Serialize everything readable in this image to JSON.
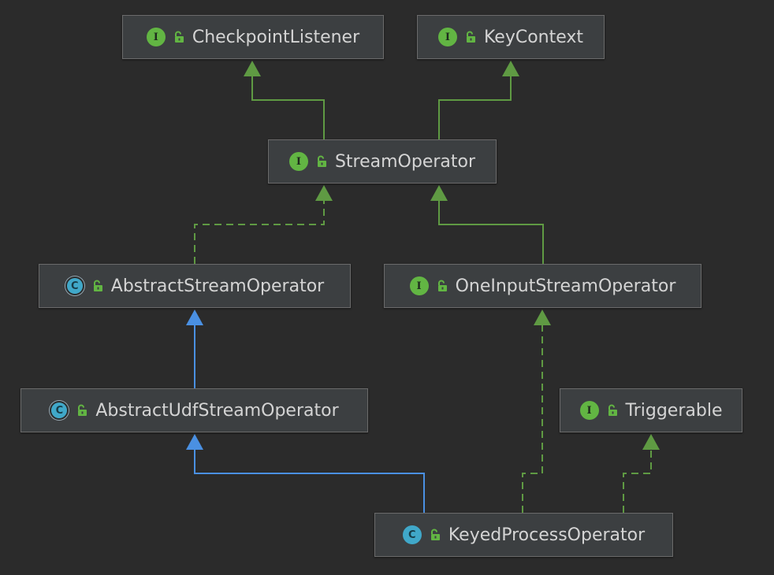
{
  "diagram": {
    "nodes": [
      {
        "id": "checkpointlistener",
        "label": "CheckpointListener",
        "kind": "interface",
        "kind_glyph": "I",
        "icon": "interface-icon"
      },
      {
        "id": "keycontext",
        "label": "KeyContext",
        "kind": "interface",
        "kind_glyph": "I",
        "icon": "interface-icon"
      },
      {
        "id": "streamoperator",
        "label": "StreamOperator",
        "kind": "interface",
        "kind_glyph": "I",
        "icon": "interface-icon"
      },
      {
        "id": "abstractstreamoperator",
        "label": "AbstractStreamOperator",
        "kind": "abstract",
        "kind_glyph": "C",
        "icon": "abstract-class-icon"
      },
      {
        "id": "oneinputstreamoperator",
        "label": "OneInputStreamOperator",
        "kind": "interface",
        "kind_glyph": "I",
        "icon": "interface-icon"
      },
      {
        "id": "abstractudfstreamoperator",
        "label": "AbstractUdfStreamOperator",
        "kind": "abstract",
        "kind_glyph": "C",
        "icon": "abstract-class-icon"
      },
      {
        "id": "triggerable",
        "label": "Triggerable",
        "kind": "interface",
        "kind_glyph": "I",
        "icon": "interface-icon"
      },
      {
        "id": "keyedprocessoperator",
        "label": "KeyedProcessOperator",
        "kind": "class",
        "kind_glyph": "C",
        "icon": "class-icon"
      }
    ],
    "edges": [
      {
        "from": "streamoperator",
        "to": "checkpointlistener",
        "type": "extends-interface"
      },
      {
        "from": "streamoperator",
        "to": "keycontext",
        "type": "extends-interface"
      },
      {
        "from": "abstractstreamoperator",
        "to": "streamoperator",
        "type": "implements"
      },
      {
        "from": "oneinputstreamoperator",
        "to": "streamoperator",
        "type": "extends-interface"
      },
      {
        "from": "abstractudfstreamoperator",
        "to": "abstractstreamoperator",
        "type": "extends-class"
      },
      {
        "from": "keyedprocessoperator",
        "to": "abstractudfstreamoperator",
        "type": "extends-class"
      },
      {
        "from": "keyedprocessoperator",
        "to": "oneinputstreamoperator",
        "type": "implements"
      },
      {
        "from": "keyedprocessoperator",
        "to": "triggerable",
        "type": "implements"
      }
    ],
    "colors": {
      "background": "#2b2b2b",
      "node_fill": "#3c3f41",
      "node_border": "#6b6b6b",
      "text": "#d4d4d4",
      "interface_edge": "#5f9a43",
      "class_edge": "#4a90e2",
      "interface_badge": "#62b543",
      "class_badge": "#40a8c9",
      "lock_icon": "#62b543"
    },
    "icons": {
      "visibility": "public-lock-icon"
    }
  }
}
